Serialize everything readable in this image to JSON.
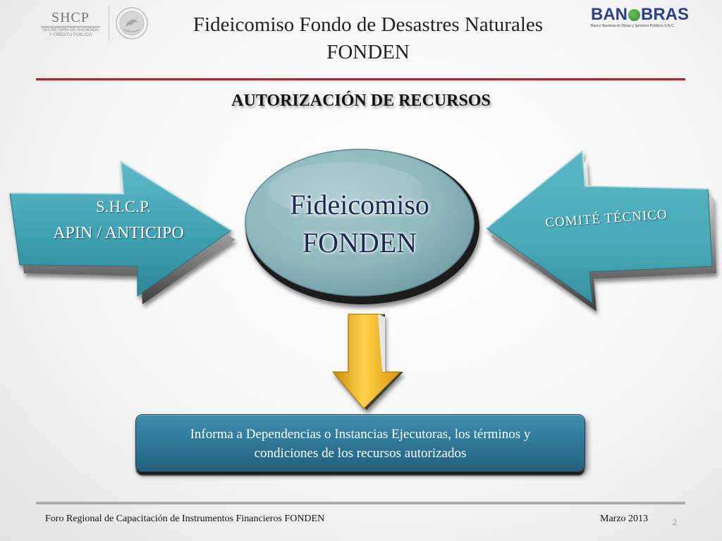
{
  "header": {
    "shcp_logo": {
      "word": "SHCP",
      "sub_line1": "SECRETARÍA DE HACIENDA",
      "sub_line2": "Y CRÉDITO PÚBLICO"
    },
    "title_line1": "Fideicomiso Fondo de Desastres Naturales",
    "title_line2": "FONDEN",
    "banobras_logo": {
      "word_left": "BAN",
      "word_right": "BRAS",
      "sub": "Banco Nacional de Obras y Servicios Públicos S.N.C."
    },
    "rule_color": "#b0243a"
  },
  "section_title": "AUTORIZACIÓN DE RECURSOS",
  "diagram": {
    "left_arrow": {
      "line1": "S.H.C.P.",
      "line2": "APIN / ANTICIPO"
    },
    "right_arrow": {
      "line1": "COMITÉ TÉCNICO"
    },
    "center_ellipse": {
      "line1": "Fideicomiso",
      "line2": "FONDEN"
    },
    "down_arrow": {
      "icon": "down-arrow-icon"
    },
    "info_box": {
      "line1": "Informa a Dependencias o Instancias Ejecutoras, los términos y",
      "line2": "condiciones de los recursos autorizados"
    },
    "colors": {
      "arrow_teal": "#4aaab9",
      "ellipse_fill": "#8fb8bf",
      "down_arrow_gold": "#f2b417",
      "info_box_blue": "#2f7a9b",
      "center_text": "#1c2a52"
    }
  },
  "footer": {
    "left_text": "Foro Regional de Capacitación de Instrumentos Financieros FONDEN",
    "date": "Marzo 2013",
    "page_number": "2"
  }
}
